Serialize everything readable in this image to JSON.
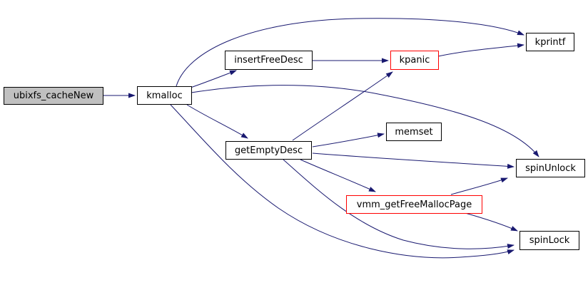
{
  "diagram": {
    "type": "call-graph",
    "colors": {
      "edge": "#191970",
      "node_border": "#000000",
      "highlight_border": "#ff0000",
      "root_fill": "#c0c0c0",
      "node_fill": "#ffffff",
      "text": "#000000"
    },
    "nodes": {
      "ubixfs_cacheNew": {
        "label": "ubixfs_cacheNew"
      },
      "kmalloc": {
        "label": "kmalloc"
      },
      "insertFreeDesc": {
        "label": "insertFreeDesc"
      },
      "kpanic": {
        "label": "kpanic"
      },
      "kprintf": {
        "label": "kprintf"
      },
      "getEmptyDesc": {
        "label": "getEmptyDesc"
      },
      "memset": {
        "label": "memset"
      },
      "spinUnlock": {
        "label": "spinUnlock"
      },
      "vmm_getFreeMallocPage": {
        "label": "vmm_getFreeMallocPage"
      },
      "spinLock": {
        "label": "spinLock"
      }
    },
    "edges": [
      {
        "from": "ubixfs_cacheNew",
        "to": "kmalloc"
      },
      {
        "from": "kmalloc",
        "to": "insertFreeDesc"
      },
      {
        "from": "kmalloc",
        "to": "kprintf"
      },
      {
        "from": "kmalloc",
        "to": "getEmptyDesc"
      },
      {
        "from": "kmalloc",
        "to": "spinUnlock"
      },
      {
        "from": "kmalloc",
        "to": "spinLock"
      },
      {
        "from": "insertFreeDesc",
        "to": "kpanic"
      },
      {
        "from": "kpanic",
        "to": "kprintf"
      },
      {
        "from": "getEmptyDesc",
        "to": "kpanic"
      },
      {
        "from": "getEmptyDesc",
        "to": "memset"
      },
      {
        "from": "getEmptyDesc",
        "to": "spinUnlock"
      },
      {
        "from": "getEmptyDesc",
        "to": "vmm_getFreeMallocPage"
      },
      {
        "from": "getEmptyDesc",
        "to": "spinLock"
      },
      {
        "from": "vmm_getFreeMallocPage",
        "to": "spinUnlock"
      },
      {
        "from": "vmm_getFreeMallocPage",
        "to": "spinLock"
      }
    ]
  }
}
